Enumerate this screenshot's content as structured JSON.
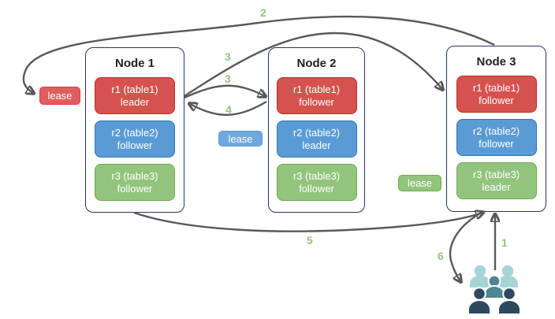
{
  "nodes": [
    {
      "title": "Node 1",
      "replicas": [
        {
          "line1": "r1 (table1)",
          "line2": "leader",
          "color": "red"
        },
        {
          "line1": "r2 (table2)",
          "line2": "follower",
          "color": "blue"
        },
        {
          "line1": "r3 (table3)",
          "line2": "follower",
          "color": "green"
        }
      ]
    },
    {
      "title": "Node 2",
      "replicas": [
        {
          "line1": "r1 (table1)",
          "line2": "follower",
          "color": "red"
        },
        {
          "line1": "r2 (table2)",
          "line2": "leader",
          "color": "blue"
        },
        {
          "line1": "r3 (table3)",
          "line2": "follower",
          "color": "green"
        }
      ]
    },
    {
      "title": "Node 3",
      "replicas": [
        {
          "line1": "r1 (table1)",
          "line2": "follower",
          "color": "red"
        },
        {
          "line1": "r2 (table2)",
          "line2": "follower",
          "color": "blue"
        },
        {
          "line1": "r3 (table3)",
          "line2": "leader",
          "color": "green"
        }
      ]
    }
  ],
  "leases": [
    {
      "label": "lease",
      "color": "red",
      "near": "Node 1 r1 leader"
    },
    {
      "label": "lease",
      "color": "blue",
      "near": "Node 2 r2 leader"
    },
    {
      "label": "lease",
      "color": "green",
      "near": "Node 3 r3 leader"
    }
  ],
  "flow_labels": {
    "step1": "1",
    "step2": "2",
    "step3a": "3",
    "step3b": "3",
    "step4": "4",
    "step5": "5",
    "step6": "6"
  },
  "icons": {
    "users": "users-group-icon"
  },
  "colors": {
    "replica_red_fill": "#D5524E",
    "replica_red_border": "#BE2E29",
    "replica_blue_fill": "#5B9BD5",
    "replica_blue_border": "#2E75B6",
    "replica_green_fill": "#93C47D",
    "replica_green_border": "#6FA84F",
    "node_border": "#24365F",
    "arrow": "#595959",
    "step_label": "#93C47D",
    "users_light_teal": "#A7D3D6",
    "users_mid_teal": "#4E8694",
    "users_dark_slate": "#2C4A5F"
  }
}
